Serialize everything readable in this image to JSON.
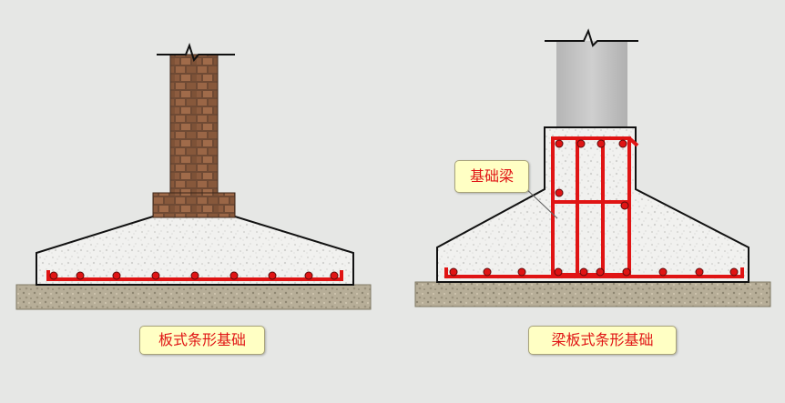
{
  "labels": {
    "left_caption": "板式条形基础",
    "right_caption": "梁板式条形基础",
    "beam_callout": "基础梁"
  },
  "colors": {
    "background": "#e6e7e5",
    "rebar": "#e01414",
    "concrete": "#f0f0ee",
    "gravel": "#b9b09a",
    "brick": "#8a5a3c",
    "column": "#bdbdbd",
    "label_fill": "#ffffc4",
    "label_text": "#e01414"
  }
}
